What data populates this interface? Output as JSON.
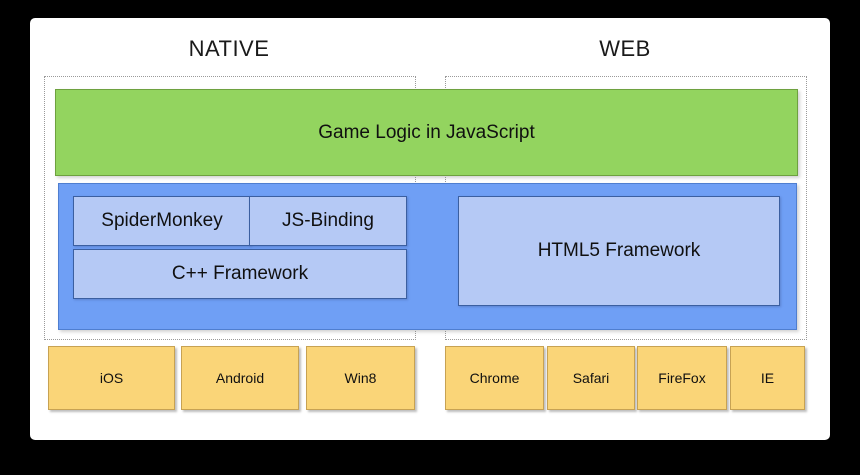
{
  "diagram": {
    "columns": {
      "native_label": "NATIVE",
      "web_label": "WEB"
    },
    "game_logic_label": "Game Logic in JavaScript",
    "native_stack": {
      "spidermonkey": "SpiderMonkey",
      "js_binding": "JS-Binding",
      "cpp_framework": "C++ Framework"
    },
    "web_stack": {
      "html5_framework": "HTML5 Framework"
    },
    "native_platforms": [
      "iOS",
      "Android",
      "Win8"
    ],
    "web_platforms": [
      "Chrome",
      "Safari",
      "FireFox",
      "IE"
    ],
    "colors": {
      "background": "#000000",
      "panel": "#FFFFFF",
      "green_fill": "#93D45F",
      "green_border": "#6EA13F",
      "blue_fill": "#6F9FF5",
      "blue_border": "#4F7ED0",
      "lightblue_fill": "#B5C9F5",
      "lightblue_border": "#3B5FA0",
      "orange_fill": "#FAD578",
      "orange_border": "#C7A253",
      "dotted_border": "#9A9A9A"
    }
  }
}
